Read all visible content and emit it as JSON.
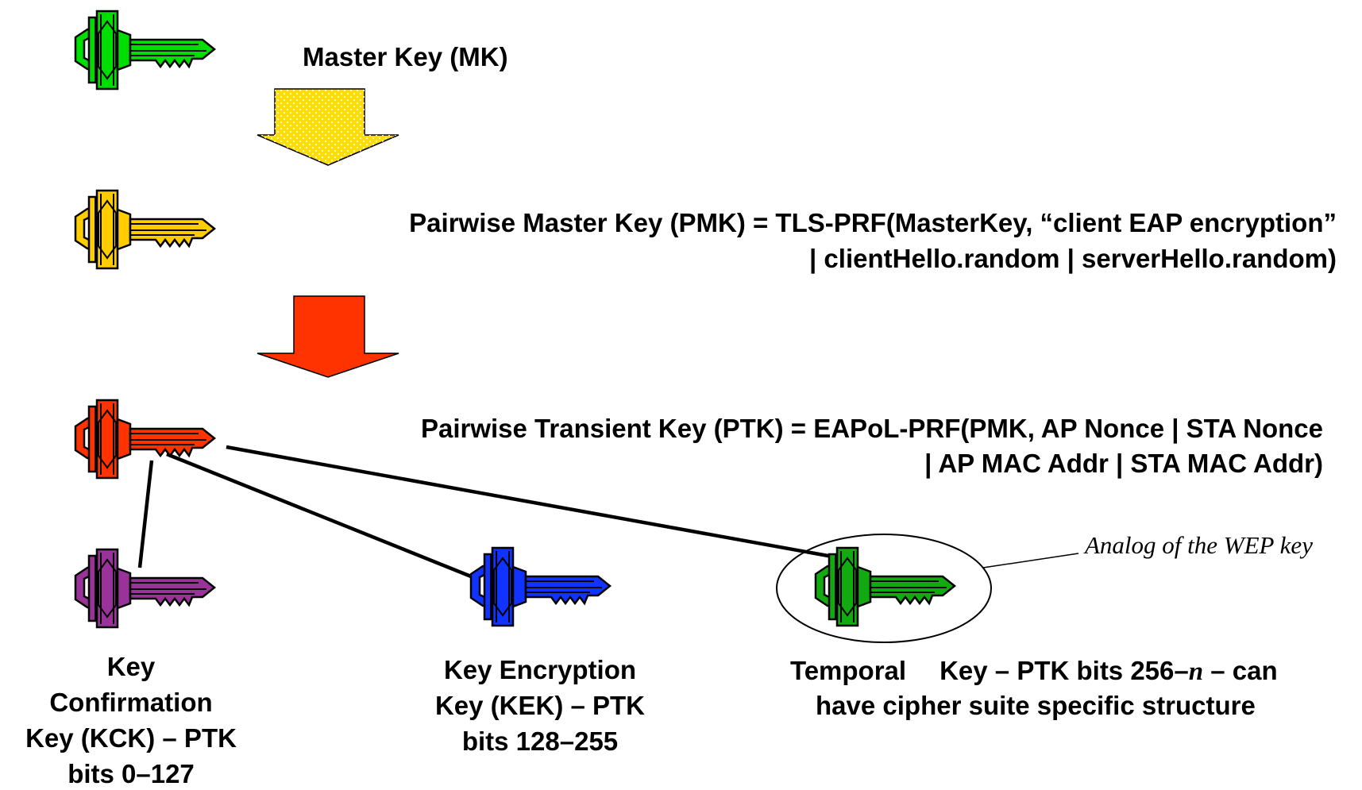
{
  "colors": {
    "mk_key": "#00dd00",
    "pmk_key": "#ffcc00",
    "ptk_key": "#ff3300",
    "kck_key": "#993399",
    "kek_key": "#1133ff",
    "tk_key": "#11aa11",
    "arrow1": "#ffdd00",
    "arrow2": "#ff3300"
  },
  "master_key": {
    "label": "Master Key (MK)"
  },
  "pmk": {
    "line1": "Pairwise Master Key (PMK) = TLS-PRF(MasterKey, “client EAP encryption”",
    "line2": "| clientHello.random | serverHello.random)"
  },
  "ptk": {
    "line1": "Pairwise Transient Key (PTK) = EAPoL-PRF(PMK, AP Nonce | STA Nonce",
    "line2": "| AP MAC Addr | STA MAC Addr)"
  },
  "kck": {
    "line1": "Key",
    "line2": "Confirmation",
    "line3": "Key (KCK) – PTK",
    "line4": "bits 0–127"
  },
  "kek": {
    "line1": "Key Encryption",
    "line2": "Key (KEK) – PTK",
    "line3": "bits 128–255"
  },
  "tk": {
    "line1_a": "Temporal",
    "line1_b": "Key – PTK bits 256–",
    "line1_n": "n",
    "line1_c": " – can",
    "line2": "have cipher suite specific structure"
  },
  "annotation": {
    "text": "Analog of the WEP key"
  }
}
